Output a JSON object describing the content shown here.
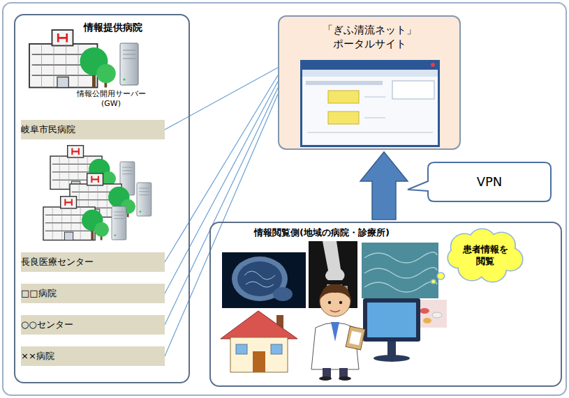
{
  "diagram": {
    "nodes": [
      {
        "text": [
          "情報提供病院"
        ]
      },
      {
        "text": [
          "岐阜市民病院"
        ],
        "in": 0
      },
      {
        "text": [
          "長良医療センター"
        ],
        "in": 0
      },
      {
        "text": [
          "□□病院"
        ],
        "in": 0
      },
      {
        "text": [
          "○○センター"
        ],
        "in": 0
      },
      {
        "text": [
          "××病院"
        ],
        "in": 0
      },
      {
        "text": [
          "「ぎふ清流ネット」 ポータルサイト"
        ]
      },
      {
        "text": [
          "VPN"
        ]
      },
      {
        "text": [
          "情報閲覧側(地域の病院・診療所)"
        ]
      },
      {
        "text": [
          "患者情報を 閲覧"
        ],
        "in": 8
      }
    ],
    "edges": [
      {
        "from": 1,
        "to": 6,
        "arrow": "none"
      },
      {
        "from": 2,
        "to": 6,
        "arrow": "none"
      },
      {
        "from": 3,
        "to": 6,
        "arrow": "none"
      },
      {
        "from": 4,
        "to": 6,
        "arrow": "none"
      },
      {
        "from": 5,
        "to": 6,
        "arrow": "none"
      },
      {
        "from": 8,
        "to": 6,
        "arrow": "to"
      }
    ],
    "labels": [
      "情報公開用サーバー (GW)"
    ]
  }
}
